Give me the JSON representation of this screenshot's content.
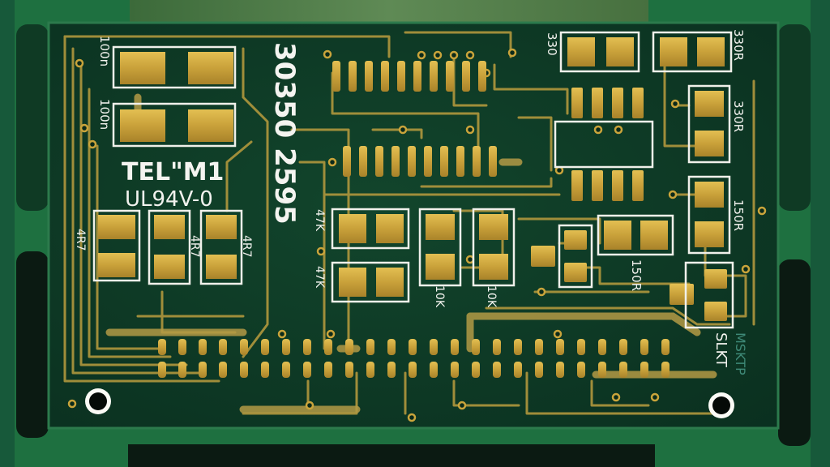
{
  "image": {
    "subject": "photograph of an unpopulated printed circuit board with gold-plated pads and white silkscreen on green solder mask"
  },
  "silkscreen": {
    "board_number": "30350 2595",
    "maker_mark": "TEL\"M1",
    "rating": "UL94V-0",
    "cap_top": "100n",
    "cap_second": "100n",
    "res_330_top_left": "330",
    "res_330_top_right": "330R",
    "res_330_right": "330R",
    "res_150_right": "150R",
    "res_150_mid": "150R",
    "res_47k_top": "47K",
    "res_47k_bottom": "47K",
    "res_10k_left": "10K",
    "res_10k_right": "10K",
    "res_4r7_left": "4R7",
    "res_4r7_mid": "4R7",
    "res_4r7_right": "4R7",
    "connector_label": "SLKT",
    "mask_code": "MSKTP"
  },
  "colors": {
    "solder_mask": "#0e3b26",
    "frame_green": "#1d6e3c",
    "copper_gold": "#c9a43b",
    "trace_gold": "#b59a3e",
    "silkscreen": "#f2f2ee"
  }
}
